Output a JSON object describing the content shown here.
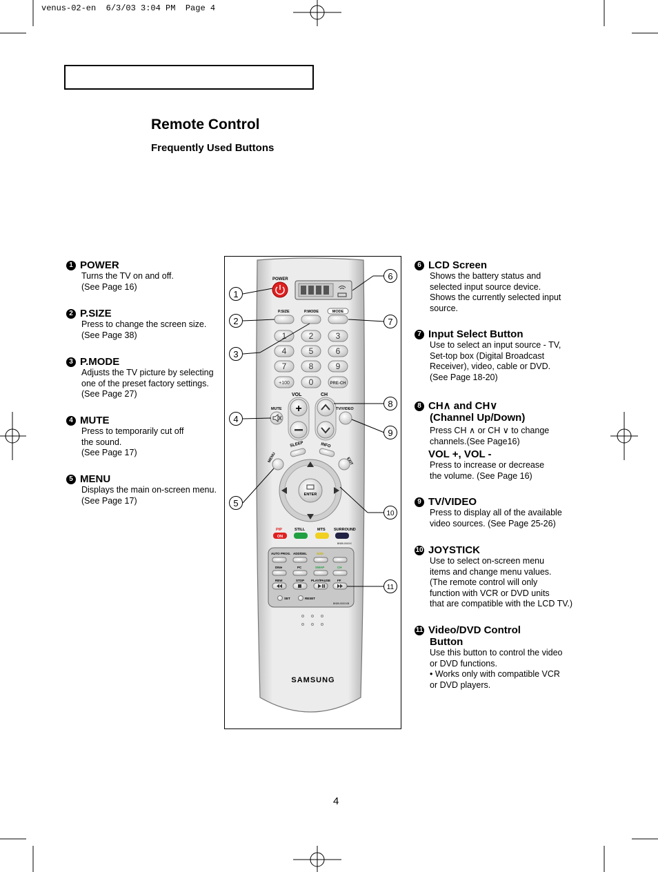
{
  "header": {
    "file_line": "venus-02-en  6/3/03 3:04 PM  Page 4"
  },
  "page": {
    "title": "Remote Control",
    "subtitle": "Frequently Used Buttons",
    "page_number": "4"
  },
  "left_items": [
    {
      "num": "1",
      "label": "POWER",
      "desc": "Turns the TV on and off.\n(See Page 16)"
    },
    {
      "num": "2",
      "label": "P.SIZE",
      "desc": "Press to change the screen size.\n(See Page 38)"
    },
    {
      "num": "3",
      "label": "P.MODE",
      "desc": "Adjusts the TV picture by selecting\none of the preset factory settings.\n(See Page 27)"
    },
    {
      "num": "4",
      "label": "MUTE",
      "desc": "Press to temporarily cut off\nthe sound.\n(See Page 17)"
    },
    {
      "num": "5",
      "label": "MENU",
      "desc": "Displays the main on-screen menu.\n(See Page 17)"
    }
  ],
  "right_items": [
    {
      "num": "6",
      "label": "LCD Screen",
      "desc": "Shows the battery status and\nselected input source device.\nShows the currently selected input\nsource."
    },
    {
      "num": "7",
      "label": "Input Select Button",
      "desc": "Use to select an input source - TV,\nSet-top box (Digital Broadcast\nReceiver), video, cable or DVD.\n(See Page 18-20)"
    },
    {
      "num": "8",
      "label": "CH∧ and CH∨",
      "label2": "(Channel Up/Down)",
      "desc": "Press CH ∧ or CH ∨ to change\nchannels.(See Page16)",
      "sub_label": "VOL +, VOL -",
      "sub_desc": "Press to increase or decrease\nthe volume. (See Page 16)"
    },
    {
      "num": "9",
      "label": "TV/VIDEO",
      "desc": "Press to display all of the available\nvideo sources. (See Page 25-26)"
    },
    {
      "num": "10",
      "label": "JOYSTICK",
      "desc": "Use to select on-screen menu\nitems and change menu values.\n(The remote control will only\nfunction with VCR or DVD units\nthat are compatible with the LCD TV.)"
    },
    {
      "num": "11",
      "label": "Video/DVD Control",
      "label2": "Button",
      "desc": "Use this button to control the video\nor DVD functions.\n• Works only with compatible VCR\nor DVD players."
    }
  ],
  "remote": {
    "power": "POWER",
    "psize": "P.SIZE",
    "pmode": "P.MODE",
    "mode": "MODE",
    "keys": [
      "1",
      "2",
      "3",
      "4",
      "5",
      "6",
      "7",
      "8",
      "9"
    ],
    "plus100": "+100",
    "zero": "0",
    "prech": "PRE-CH",
    "vol": "VOL",
    "ch": "CH",
    "mute": "MUTE",
    "tvvideo": "TV/VIDEO",
    "sleep": "SLEEP",
    "info": "INFO",
    "menu": "MENU",
    "exit": "EXIT",
    "enter": "ENTER",
    "pip": "PIP",
    "on": "ON",
    "still": "STILL",
    "mts": "MTS",
    "surround": "SURROUND",
    "model_top": "BN59-00XXX",
    "lower_row1": [
      "AUTO PROG.",
      "ADD/DEL",
      "SIZE"
    ],
    "lower_row2": [
      "DNIe",
      "PC",
      "SWAP",
      "CH"
    ],
    "lower_row3": [
      "REW",
      "STOP",
      "PLAY/PAUSE",
      "FF"
    ],
    "set": "SET",
    "reset": "RESET",
    "model_bottom": "BN59-00XXXB",
    "brand": "SAMSUNG"
  },
  "callouts": [
    "1",
    "2",
    "3",
    "4",
    "5",
    "6",
    "7",
    "8",
    "9",
    "10",
    "11"
  ],
  "colors": {
    "power_red": "#e02020",
    "pip_red": "#e02020",
    "still_green": "#20a040",
    "mts_yellow": "#f0d020",
    "swap_green": "#20a040",
    "size_yellow": "#c8b400"
  }
}
